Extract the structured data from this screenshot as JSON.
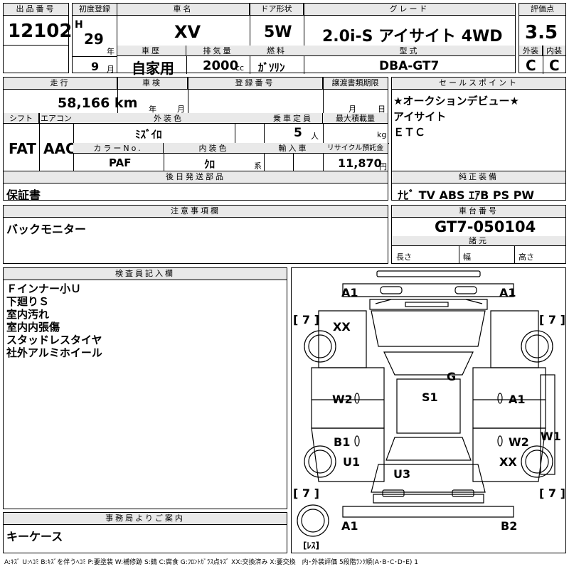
{
  "header": {
    "lot_label": "出品番号",
    "lot": "12102",
    "reg_label": "初度登録",
    "era": "H",
    "year": "29",
    "year_unit": "年",
    "month": "9",
    "month_unit": "月",
    "name_label": "車名",
    "name": "XV",
    "door_label": "ドア形状",
    "door": "5W",
    "grade_label": "グレード",
    "grade": "2.0i-S アイサイト 4WD",
    "score_label": "評価点",
    "score": "3.5",
    "history_label": "車歴",
    "history": "自家用",
    "displacement_label": "排気量",
    "displacement": "2000",
    "displacement_unit": "cc",
    "fuel_label": "燃料",
    "fuel": "ｶﾞｿﾘﾝ",
    "model_label": "型式",
    "model": "DBA-GT7",
    "ext_label": "外装",
    "ext": "C",
    "int_label": "内装",
    "int": "C"
  },
  "row2": {
    "mileage_label": "走行",
    "mileage": "58,166 km",
    "inspection_label": "車検",
    "insp_year_unit": "年",
    "insp_month_unit": "月",
    "regno_label": "登録番号",
    "transfer_label": "譲渡書類期限",
    "transfer_month_unit": "月",
    "transfer_day_unit": "日",
    "shift_label": "シフト",
    "shift": "FAT",
    "ac_label": "エアコン",
    "ac": "AAC",
    "color_label": "外装色",
    "color": "ﾐｽﾞｲﾛ",
    "capacity_label": "乗車定員",
    "capacity": "5",
    "capacity_unit": "人",
    "load_label": "最大積載量",
    "load_unit": "kg",
    "colorno_label": "カラーNo.",
    "colorno": "PAF",
    "intcolor_label": "内装色",
    "intcolor": "ｸﾛ",
    "intcolor_unit": "系",
    "import_label": "輸入車",
    "recycle_label": "リサイクル預託金",
    "recycle": "11,870",
    "recycle_unit": "円"
  },
  "sales": {
    "label": "セールスポイント",
    "lines": [
      "★オークションデビュー★",
      "アイサイト",
      "ＥＴＣ"
    ]
  },
  "later_parts": {
    "label": "後日発送部品",
    "value": "保証書"
  },
  "genuine": {
    "label": "純正装備",
    "value": "ﾅﾋﾞ TV ABS ｴｱB PS PW"
  },
  "notes": {
    "label": "注意事項欄",
    "value": "バックモニター"
  },
  "chassis": {
    "label": "車台番号",
    "value": "GT7-050104",
    "dims_label": "諸元",
    "length": "長さ",
    "width": "幅",
    "height": "高さ"
  },
  "inspector": {
    "label": "検査員記入欄",
    "lines": [
      "Ｆインナー小Ｕ",
      "下廻りＳ",
      "室内汚れ",
      "室内内張傷",
      "スタッドレスタイヤ",
      "社外アルミホイール"
    ]
  },
  "office": {
    "label": "事務局よりご案内",
    "value": "キーケース"
  },
  "diagram": {
    "codes": {
      "front_left": "A1",
      "front_right": "A1",
      "tire_fl": "[ 7 ]",
      "tire_fr": "[ 7 ]",
      "tire_rl": "[ 7 ]",
      "tire_rr": "[ 7 ]",
      "fender_fl": "XX",
      "hood": "G",
      "roof": "S1",
      "door_fl": "W2",
      "door_fr": "A1",
      "door_rl": "B1",
      "door_rr": "W2",
      "quarter_rl": "U1",
      "quarter_rr": "XX",
      "rocker_r": "W1",
      "trunk": "U3",
      "rear_left": "A1",
      "rear_right": "B2",
      "spare": "[ﾚｽ]"
    }
  },
  "legend": "A:ｷｽﾞ U:ﾍｺﾐ B:ｷｽﾞを伴うﾍｺﾐ P:要塗装 W:補修跡 S:錆 C:腐食 G:ﾌﾛﾝﾄｶﾞﾗｽ点ｷｽﾞ XX:交換済み X:要交換　内･外装評価 5段階ﾗﾝｸ順(A･B･C･D･E) 1"
}
